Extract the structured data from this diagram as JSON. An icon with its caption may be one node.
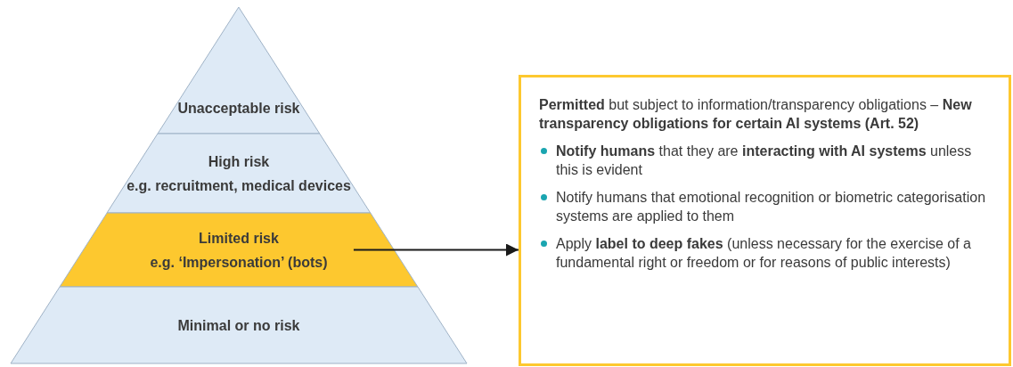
{
  "diagram": {
    "nodes": [
      {
        "text": [
          "Unacceptable risk"
        ]
      },
      {
        "text": [
          "High risk",
          "e.g. recruitment, medical devices"
        ]
      },
      {
        "text": [
          "Limited risk",
          "e.g. ‘Impersonation’ (bots)"
        ]
      },
      {
        "text": [
          "Minimal or no risk"
        ]
      },
      {
        "text": [
          "**Permitted** but subject to information/transparency obligations – **New transparency obligations for certain AI systems (Art. 52)**",
          "**Notify humans** that they are **interacting with AI systems** unless this is evident",
          "Notify humans that emotional recognition or biometric categorisation systems are applied to them",
          "Apply **label to deep fakes** (unless necessary for the exercise of a fundamental right or freedom or for reasons of public interests)"
        ]
      }
    ],
    "edges": [
      {
        "from": 2,
        "to": 4,
        "arrow": "to"
      }
    ]
  }
}
